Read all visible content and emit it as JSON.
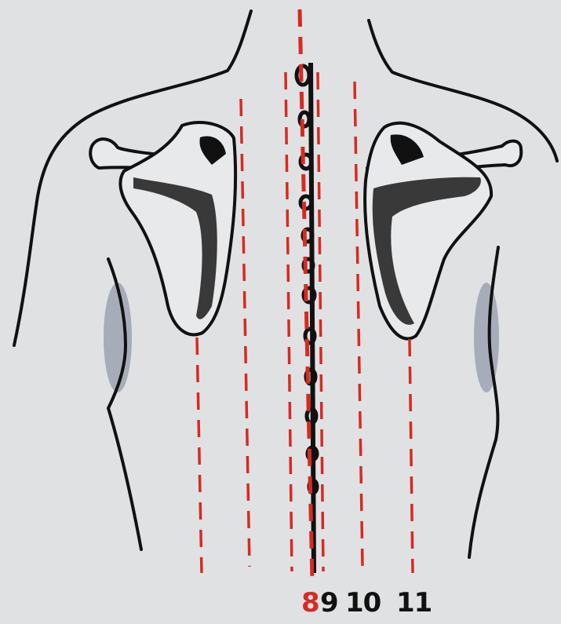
{
  "figure": {
    "labels": [
      "8",
      "9",
      "10",
      "11"
    ]
  },
  "colors": {
    "background": "#e0e1e3",
    "ink": "#111111",
    "line_highlight": "#d62a22",
    "shadow_tint": "#3b4a6b"
  },
  "icons": {
    "torso": "torso-back-outline",
    "scapula": "shoulder-blade",
    "spine": "vertebral-column"
  }
}
